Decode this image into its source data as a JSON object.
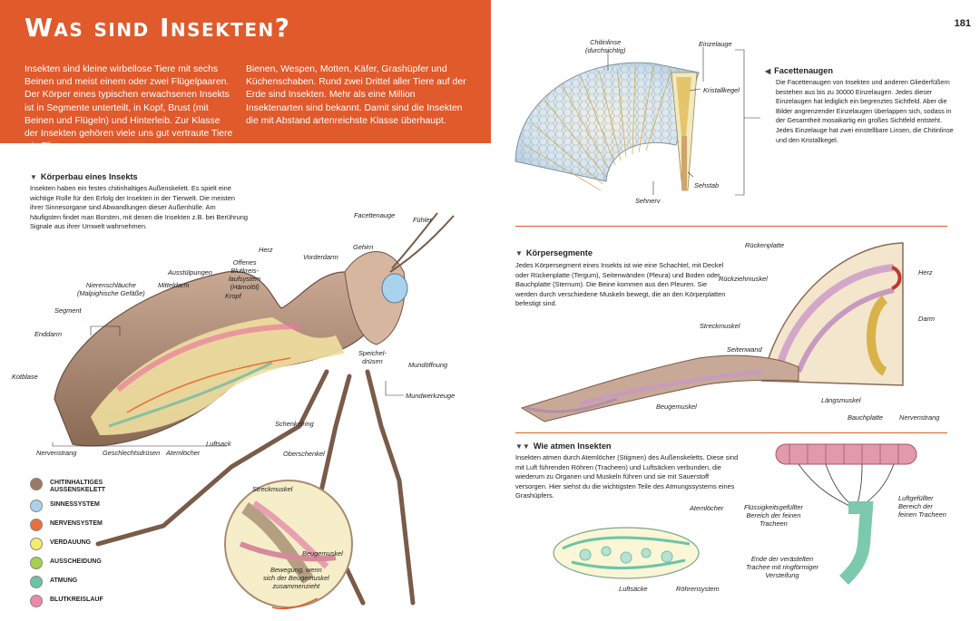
{
  "page_number": "181",
  "header": {
    "title": "Was sind Insekten?",
    "col1": "Insekten sind kleine wirbellose Tiere mit sechs Beinen und meist einem oder zwei Flügelpaaren. Der Körper eines typischen erwachsenen Insekts ist in Segmente unterteilt, in Kopf, Brust (mit Beinen und Flügeln) und Hinterleib. Zur Klasse der Insekten gehören viele uns gut vertraute Tiere wie Fliegen,",
    "col2": "Bienen, Wespen, Motten, Käfer, Grashüpfer und Küchenschaben. Rund zwei Drittel aller Tiere auf der Erde sind Insekten. Mehr als eine Million Insektenarten sind bekannt. Damit sind die Insekten die mit Abstand artenreichste Klasse überhaupt."
  },
  "koerperbau": {
    "heading": "Körperbau eines Insekts",
    "text": "Insekten haben ein festes chitinhaltiges Außenskelett. Es spielt eine wichtige Rolle für den Erfolg der Insekten in der Tierwelt. Die meisten ihrer Sinnesorgane sind Abwandlungen dieser Außenhülle. Am häufigsten findet man Borsten, mit denen die Insekten z.B. bei Berührung Signale aus ihrer Umwelt wahrnehmen.",
    "labels": {
      "facettenauge": "Facettenauge",
      "fuehler": "Fühler",
      "herz": "Herz",
      "gehirn": "Gehirn",
      "vorderdarm": "Vorderdarm",
      "offenes1": "Offenes",
      "offenes2": "Blutkreis-",
      "offenes3": "laufsystem",
      "offenes4": "(Hämolöl)",
      "ausstuelpungen": "Ausstülpungen",
      "nieren1": "Nierenschläuche",
      "nieren2": "(Malpighische Gefäße)",
      "mitteldarm": "Mitteldarm",
      "kropf": "Kropf",
      "segment": "Segment",
      "enddarm": "Enddarm",
      "kotblase": "Kotblase",
      "speichel1": "Speichel-",
      "speichel2": "drüsen",
      "mundoeffnung": "Mundöffnung",
      "mundwerkzeuge": "Mundwerkzeuge",
      "schenkelring": "Schenkelring",
      "luftsack": "Luftsack",
      "oberschenkel": "Oberschenkel",
      "nervenstrang": "Nervenstrang",
      "geschlechtsdruesen": "Geschlechtsdrüsen",
      "atemloecher": "Atemlöcher",
      "streckmuskel": "Streckmuskel",
      "beugemuskel": "Beugemuskel",
      "bewegung1": "Bewegung, wenn",
      "bewegung2": "sich der Beugemuskel",
      "bewegung3": "zusammenzieht"
    }
  },
  "legend": [
    {
      "label": "CHITINHALTIGES AUSSENSKELETT",
      "color": "#9b7b66"
    },
    {
      "label": "SINNESSYSTEM",
      "color": "#a9d3ec"
    },
    {
      "label": "NERVENSYSTEM",
      "color": "#e8703a"
    },
    {
      "label": "VERDAUUNG",
      "color": "#f4ef6a"
    },
    {
      "label": "AUSSCHEIDUNG",
      "color": "#a9d04a"
    },
    {
      "label": "ATMUNG",
      "color": "#6cc4a7"
    },
    {
      "label": "BLUTKREISLAUF",
      "color": "#e98aa6"
    }
  ],
  "facettenaugen": {
    "heading": "Facettenaugen",
    "text": "Die Facettenaugen von Insekten und anderen Gliederfüßern bestehen aus bis zu 30000 Einzelaugen. Jedes dieser Einzelaugen hat lediglich ein begrenztes Sichtfeld. Aber die Bilder angrenzender Einzelaugen überlappen sich, sodass in der Gesamtheit mosaikartig ein großes Sichtfeld entsteht. Jedes Einzelauge hat zwei einstellbare Linsen, die Chitinlinse und den Kristallkegel.",
    "labels": {
      "chitinlinse1": "Chitinlinse",
      "chitinlinse2": "(durchsichtig)",
      "einzelauge": "Einzelauge",
      "kristallkegel": "Kristallkegel",
      "sehstab": "Sehstab",
      "sehnerv": "Sehnerv"
    }
  },
  "koerpersegmente": {
    "heading": "Körpersegmente",
    "text": "Jedes Körpersegment eines Insekts ist wie eine Schachtel, mit Deckel oder Rückenplatte (Tergum), Seitenwänden (Pleura) und Boden oder Bauchplatte (Sternum). Die Beine kommen aus den Pleuren. Sie werden durch verschiedene Muskeln bewegt, die an den Körperplatten befestigt sind.",
    "labels": {
      "rueckenplatte": "Rückenplatte",
      "rueckziehmuskel": "Rückziehmuskel",
      "herz": "Herz",
      "darm": "Darm",
      "streckmuskel": "Streckmuskel",
      "seitenwand": "Seitenwand",
      "laengsmuskel": "Längsmuskel",
      "beugemuskel": "Beugemuskel",
      "bauchplatte": "Bauchplatte",
      "nervenstrang": "Nervenstrang"
    }
  },
  "atmen": {
    "heading": "Wie atmen Insekten",
    "text": "Insekten atmen durch Atemlöcher (Stigmen) des Außenskeletts. Diese sind mit Luft führenden Röhren (Tracheen) und Luftsäcken verbunden, die wiederum zu Organen und Muskeln führen und sie mit Sauerstoff versorgen. Hier siehst du die wichtigsten Teile des Atmungssystems eines Grashüpfers.",
    "labels": {
      "atemloecher": "Atemlöcher",
      "luftsaecke": "Luftsäcke",
      "roehrensystem": "Röhrensystem",
      "fluessig1": "Flüssigkeitsgefüllter",
      "fluessig2": "Bereich der feinen",
      "fluessig3": "Tracheen",
      "luftgef1": "Luftgefüllter",
      "luftgef2": "Bereich der",
      "luftgef3": "feinen Tracheen",
      "ende1": "Ende der verästelten",
      "ende2": "Trachee mit ringförmiger",
      "ende3": "Versteifung"
    }
  }
}
